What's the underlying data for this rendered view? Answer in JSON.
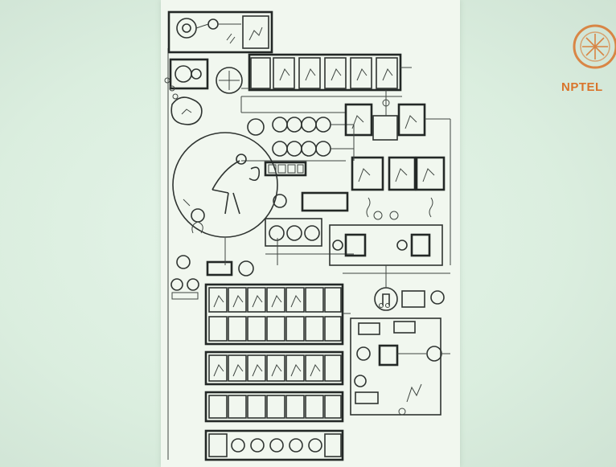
{
  "logo": {
    "text": "NPTEL",
    "color": "#d9742b"
  },
  "colors": {
    "screen_background": "#dff0e3",
    "paper": "#f1f7ef",
    "ink": "#2f3431"
  },
  "sheet": {
    "note": "",
    "film_row_top_cells": 6,
    "film_row_bottom_cells": 6,
    "film_row_extra_cells": 7
  }
}
